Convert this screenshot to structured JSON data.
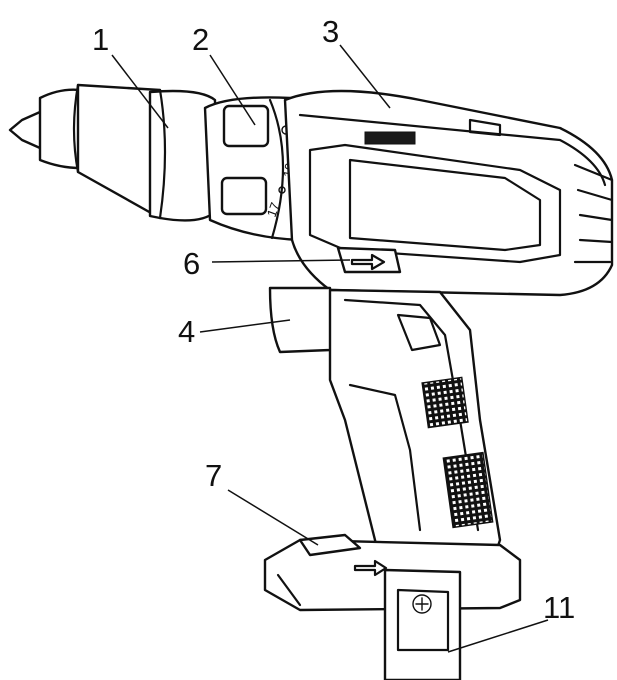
{
  "diagram": {
    "callouts": [
      {
        "id": "1",
        "text": "1"
      },
      {
        "id": "2",
        "text": "2"
      },
      {
        "id": "3",
        "text": "3"
      },
      {
        "id": "4",
        "text": "4"
      },
      {
        "id": "6",
        "text": "6"
      },
      {
        "id": "7",
        "text": "7"
      },
      {
        "id": "11",
        "text": "11"
      }
    ],
    "dial_markings": {
      "a": "19",
      "b": "17"
    }
  }
}
